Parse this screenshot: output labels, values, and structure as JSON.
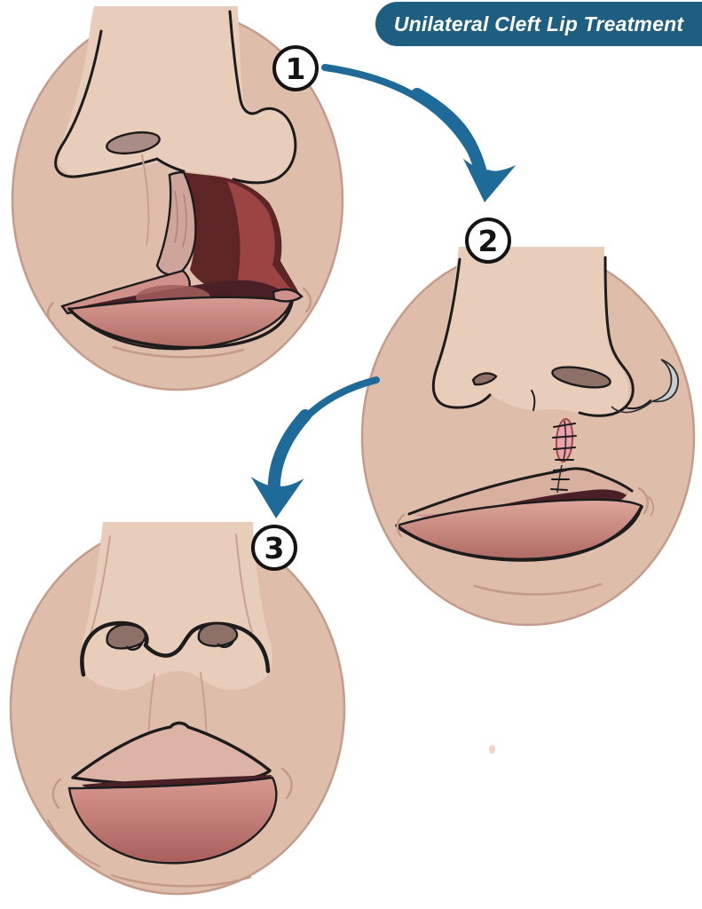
{
  "title_banner": {
    "text": "Unilateral Cleft Lip Treatment"
  },
  "steps": [
    {
      "number": "1"
    },
    {
      "number": "2"
    },
    {
      "number": "3"
    }
  ],
  "icons": {
    "arrow_1_to_2": "curved-arrow-down-right",
    "arrow_2_to_3": "curved-arrow-down-left",
    "surgical_needle": "curved-suture-needle"
  },
  "colors": {
    "banner_bg": "#1d5e81",
    "banner_text": "#ffffff",
    "arrow": "#1e6b99",
    "badge_bg": "#ffffff",
    "badge_border": "#141414",
    "badge_text": "#141414",
    "skin": "#dfbdab",
    "skin_light": "#e8cdbb",
    "face_outline": "#c49c8b",
    "ink": "#1c1c1c",
    "crease": "#c39a89",
    "nostril_shade": "#8d7168",
    "cleft_dark": "#5e2527",
    "cleft_red": "#9c4444",
    "flap_pink": "#cfa49a",
    "lip_pink": "#cf9189",
    "lip_deep": "#b06a64",
    "mouth_dark": "#4a2026",
    "suture_pink": "#eda3ab",
    "needle_gray": "#c7ced2",
    "background": "#ffffff"
  }
}
